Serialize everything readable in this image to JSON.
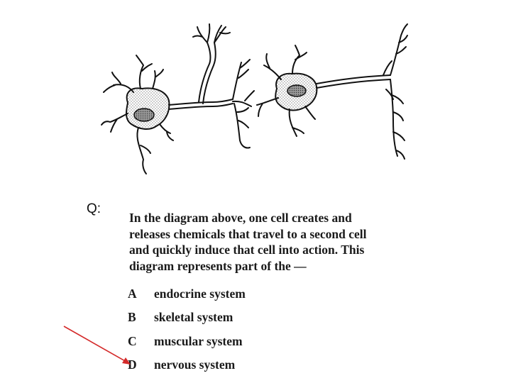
{
  "question": {
    "label": "Q:",
    "lines": [
      "In the diagram above, one cell creates and",
      "releases chemicals that travel to a second cell",
      "and quickly induce that cell into action. This",
      "diagram represents part of the —"
    ]
  },
  "choices": [
    {
      "letter": "A",
      "text": "endocrine system"
    },
    {
      "letter": "B",
      "text": "skeletal system"
    },
    {
      "letter": "C",
      "text": "muscular system"
    },
    {
      "letter": "D",
      "text": "nervous system"
    }
  ],
  "annotation": {
    "color": "#d42a2a",
    "points_to": "D"
  }
}
